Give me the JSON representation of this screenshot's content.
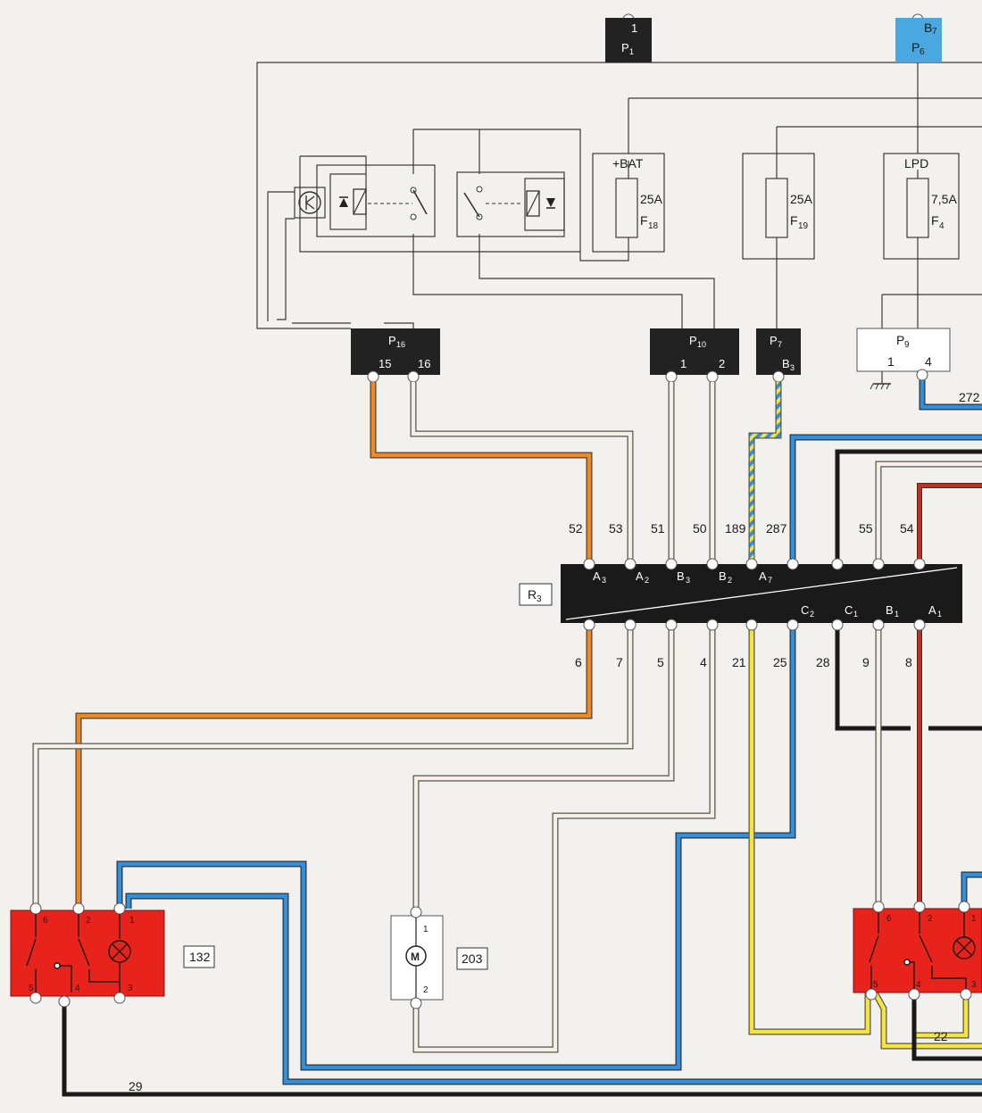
{
  "connectors": {
    "P1": {
      "label": "P",
      "sub": "1",
      "pin": "1",
      "color": "#222222"
    },
    "P6": {
      "label": "P",
      "sub": "6",
      "pin": "B",
      "pin_sub": "7",
      "color": "#4aa8e0"
    },
    "P16": {
      "label": "P",
      "sub": "16",
      "pins": [
        "15",
        "16"
      ]
    },
    "P10": {
      "label": "P",
      "sub": "10",
      "pins": [
        "1",
        "2"
      ]
    },
    "P7": {
      "label": "P",
      "sub": "7",
      "pin": "B",
      "pin_sub": "3"
    },
    "P9": {
      "label": "P",
      "sub": "9",
      "pins": [
        "1",
        "4"
      ]
    },
    "R3": {
      "label": "R",
      "sub": "3"
    }
  },
  "fuses": {
    "f18": {
      "header": "+BAT",
      "rating": "25A",
      "name": "F",
      "sub": "18"
    },
    "f19": {
      "rating": "25A",
      "name": "F",
      "sub": "19"
    },
    "f4": {
      "header": "LPD",
      "rating": "7,5A",
      "name": "F",
      "sub": "4"
    }
  },
  "r3_top_pins": [
    {
      "id": "A",
      "sub": "3"
    },
    {
      "id": "A",
      "sub": "2"
    },
    {
      "id": "B",
      "sub": "3"
    },
    {
      "id": "B",
      "sub": "2"
    },
    {
      "id": "A",
      "sub": "7"
    }
  ],
  "r3_bottom_pins": [
    {
      "id": "C",
      "sub": "2"
    },
    {
      "id": "C",
      "sub": "1"
    },
    {
      "id": "B",
      "sub": "1"
    },
    {
      "id": "A",
      "sub": "1"
    }
  ],
  "wire_numbers_top": [
    "52",
    "53",
    "51",
    "50",
    "189",
    "287",
    "55",
    "54"
  ],
  "wire_numbers_bottom": [
    "6",
    "7",
    "5",
    "4",
    "21",
    "25",
    "28",
    "9",
    "8"
  ],
  "wire_272": "272",
  "wire_29": "29",
  "wire_22": "22",
  "components": {
    "switch_left": {
      "id": "132",
      "pins_top": [
        "6",
        "2",
        "1"
      ],
      "pins_bottom": [
        "5",
        "4",
        "3"
      ],
      "color": "#e8231b"
    },
    "motor": {
      "id": "203",
      "symbol": "M",
      "pins": [
        "1",
        "2"
      ]
    },
    "switch_right": {
      "pins_top": [
        "6",
        "2",
        "1"
      ],
      "pins_bottom": [
        "5",
        "4",
        "3"
      ],
      "color": "#e8231b"
    }
  },
  "wire_colors": {
    "orange": "#ef8a22",
    "white": "#f4f0e4",
    "blue": "#2f8fdc",
    "yellow": "#f5e53a",
    "black": "#1a1a1a",
    "red": "#c0301f",
    "yellow_blue": "#f5e53a"
  }
}
